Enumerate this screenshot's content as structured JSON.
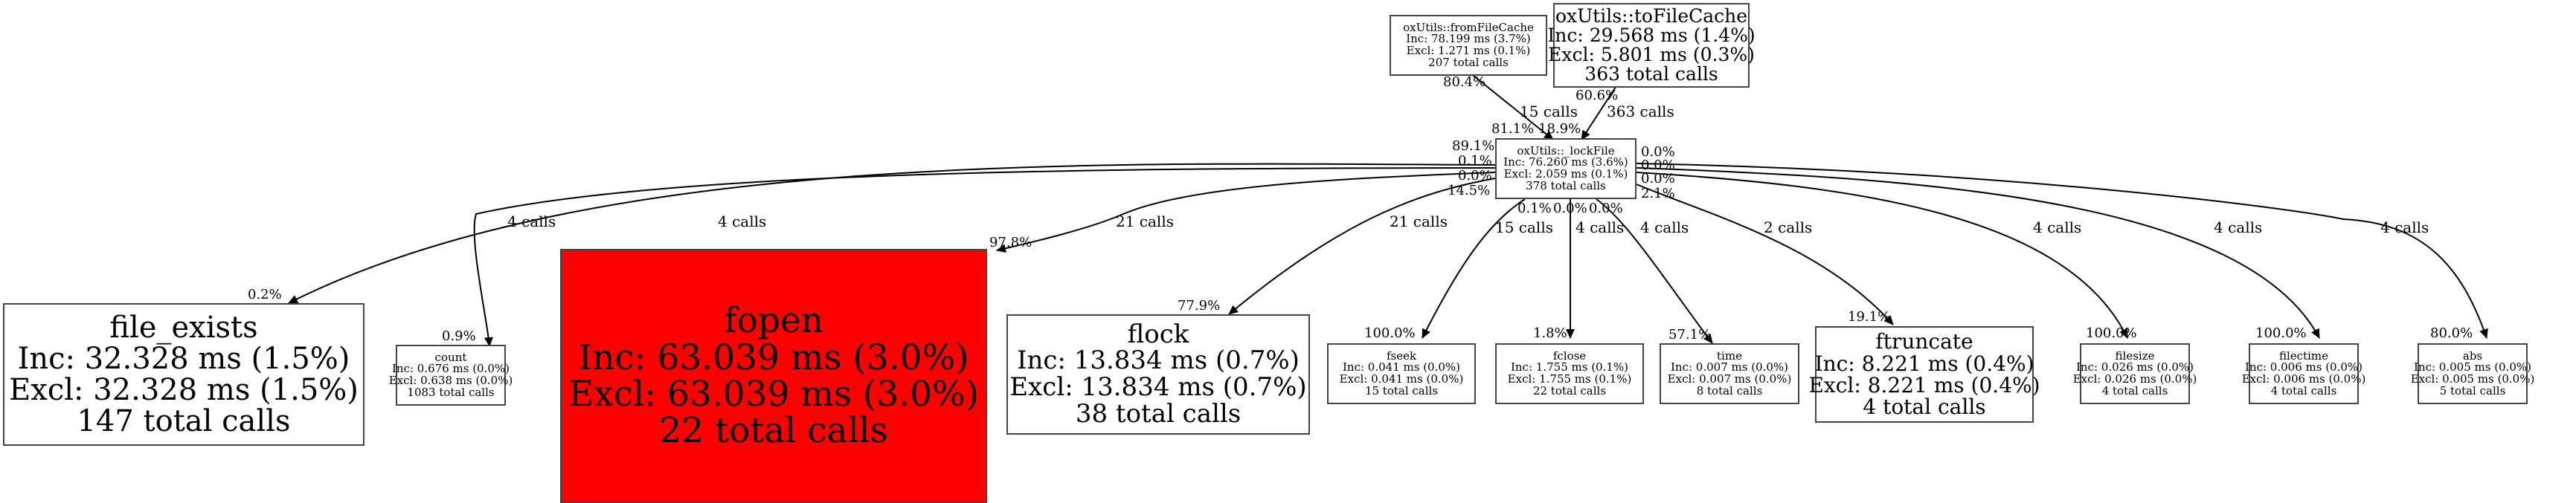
{
  "colors": {
    "hot_node": "#ff0000",
    "node_border": "#444444",
    "edge": "#000000",
    "background": "#ffffff"
  },
  "nodes": {
    "fromFileCache": {
      "name": "oxUtils::fromFileCache",
      "inc": "Inc: 78.199 ms (3.7%)",
      "excl": "Excl: 1.271 ms (0.1%)",
      "calls": "207 total calls"
    },
    "toFileCache": {
      "name": "oxUtils::toFileCache",
      "inc": "Inc: 29.568 ms (1.4%)",
      "excl": "Excl: 5.801 ms (0.3%)",
      "calls": "363 total calls"
    },
    "lockFile": {
      "name": "oxUtils::_lockFile",
      "inc": "Inc: 76.260 ms (3.6%)",
      "excl": "Excl: 2.059 ms (0.1%)",
      "calls": "378 total calls"
    },
    "file_exists": {
      "name": "file_exists",
      "inc": "Inc: 32.328 ms (1.5%)",
      "excl": "Excl: 32.328 ms (1.5%)",
      "calls": "147 total calls"
    },
    "count": {
      "name": "count",
      "inc": "Inc: 0.676 ms (0.0%)",
      "excl": "Excl: 0.638 ms (0.0%)",
      "calls": "1083 total calls"
    },
    "fopen": {
      "name": "fopen",
      "inc": "Inc: 63.039 ms (3.0%)",
      "excl": "Excl: 63.039 ms (3.0%)",
      "calls": "22 total calls"
    },
    "flock": {
      "name": "flock",
      "inc": "Inc: 13.834 ms (0.7%)",
      "excl": "Excl: 13.834 ms (0.7%)",
      "calls": "38 total calls"
    },
    "fseek": {
      "name": "fseek",
      "inc": "Inc: 0.041 ms (0.0%)",
      "excl": "Excl: 0.041 ms (0.0%)",
      "calls": "15 total calls"
    },
    "fclose": {
      "name": "fclose",
      "inc": "Inc: 1.755 ms (0.1%)",
      "excl": "Excl: 1.755 ms (0.1%)",
      "calls": "22 total calls"
    },
    "time": {
      "name": "time",
      "inc": "Inc: 0.007 ms (0.0%)",
      "excl": "Excl: 0.007 ms (0.0%)",
      "calls": "8 total calls"
    },
    "ftruncate": {
      "name": "ftruncate",
      "inc": "Inc: 8.221 ms (0.4%)",
      "excl": "Excl: 8.221 ms (0.4%)",
      "calls": "4 total calls"
    },
    "filesize": {
      "name": "filesize",
      "inc": "Inc: 0.026 ms (0.0%)",
      "excl": "Excl: 0.026 ms (0.0%)",
      "calls": "4 total calls"
    },
    "filectime": {
      "name": "filectime",
      "inc": "Inc: 0.006 ms (0.0%)",
      "excl": "Excl: 0.006 ms (0.0%)",
      "calls": "4 total calls"
    },
    "abs": {
      "name": "abs",
      "inc": "Inc: 0.005 ms (0.0%)",
      "excl": "Excl: 0.005 ms (0.0%)",
      "calls": "5 total calls"
    }
  },
  "edges": {
    "fromFileCache_lockFile": {
      "calls": "15 calls",
      "tail_pct": "80.4%",
      "head_pct": "81.1%"
    },
    "toFileCache_lockFile": {
      "calls": "363 calls",
      "tail_pct": "60.6%",
      "head_pct": "18.9%"
    },
    "lockFile_file_exists": {
      "calls": "4 calls",
      "tail_pct": "89.1%",
      "head_pct": "0.2%"
    },
    "lockFile_count": {
      "calls": "4 calls",
      "tail_pct": "0.1%",
      "head_pct": "0.9%"
    },
    "lockFile_fopen": {
      "calls": "21 calls",
      "tail_pct": "0.0%",
      "head_pct": "97.8%"
    },
    "lockFile_flock": {
      "calls": "21 calls",
      "tail_pct": "14.5%",
      "head_pct": "77.9%"
    },
    "lockFile_fseek": {
      "calls": "15 calls",
      "tail_pct": "0.1%",
      "head_pct": "100.0%"
    },
    "lockFile_fclose": {
      "calls": "4 calls",
      "tail_pct": "0.0%",
      "head_pct": "1.8%"
    },
    "lockFile_time": {
      "calls": "4 calls",
      "tail_pct": "0.0%",
      "head_pct": "57.1%"
    },
    "lockFile_ftruncate": {
      "calls": "2 calls",
      "tail_pct": "2.1%",
      "head_pct": "19.1%"
    },
    "lockFile_filesize": {
      "calls": "4 calls",
      "tail_pct": "0.0%",
      "head_pct": "100.0%"
    },
    "lockFile_filectime": {
      "calls": "4 calls",
      "tail_pct": "0.0%",
      "head_pct": "100.0%"
    },
    "lockFile_abs": {
      "calls": "4 calls",
      "tail_pct": "0.0%",
      "head_pct": "80.0%"
    }
  }
}
